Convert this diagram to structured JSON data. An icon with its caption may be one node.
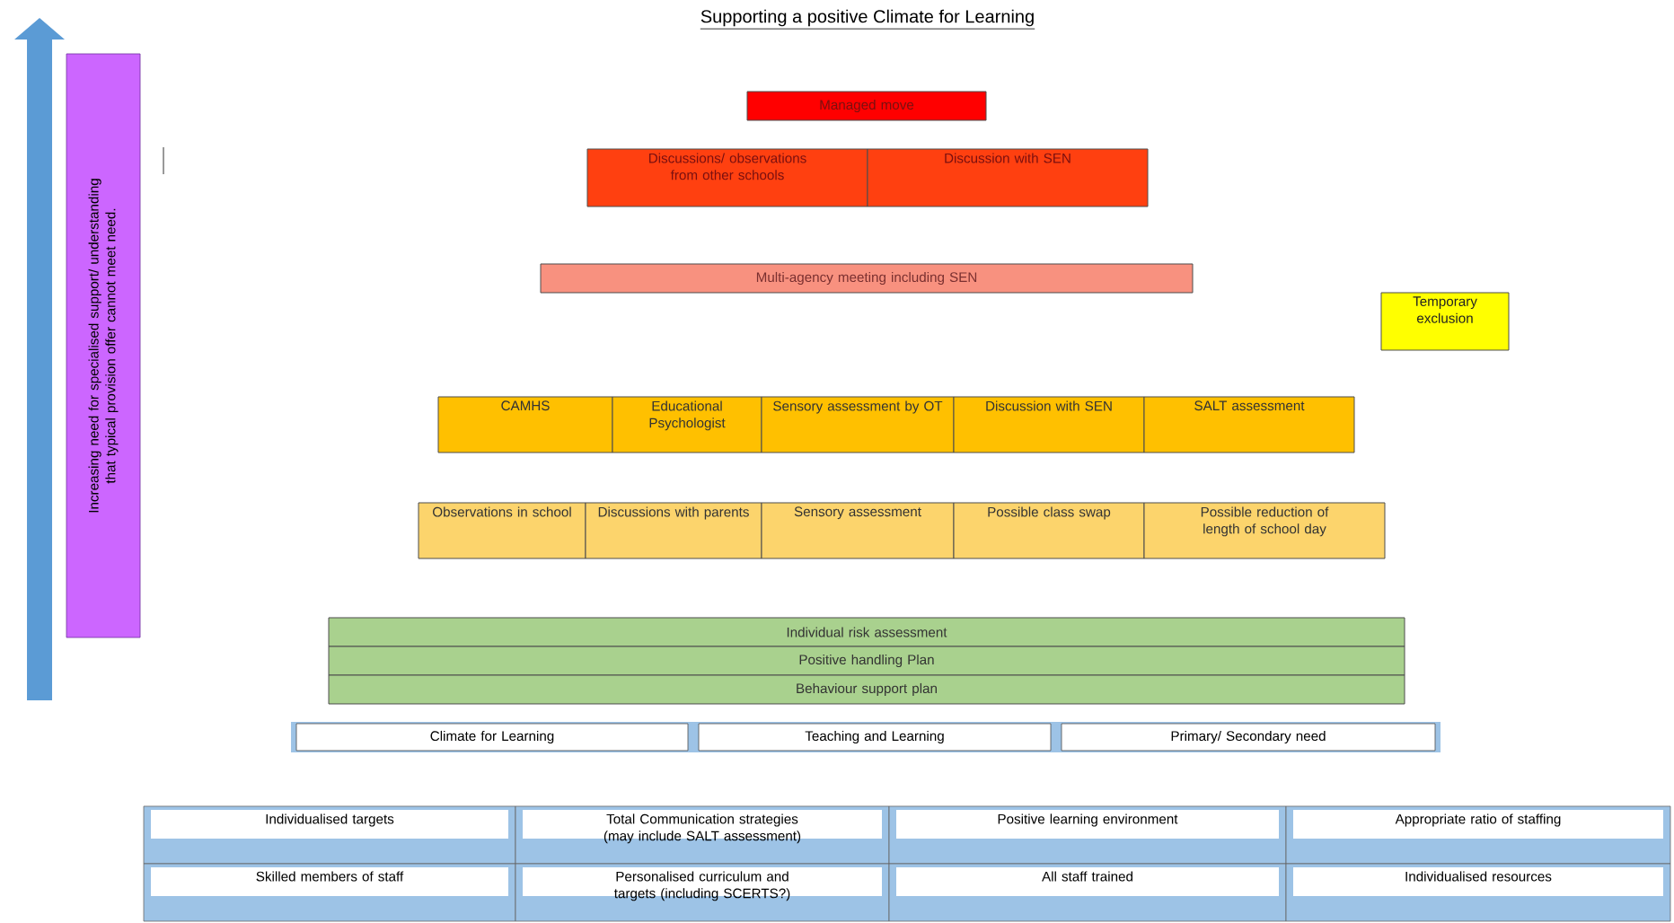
{
  "diagram": {
    "title": "Supporting a positive Climate for Learning",
    "nodes": [
      {
        "text": [
          "Increasing need for specialised support/ understanding that typical provision offer cannot meet need."
        ]
      },
      {
        "text": [
          "Managed move"
        ]
      },
      {
        "text": [
          "Discussions/ observations from other schools"
        ]
      },
      {
        "text": [
          "Discussion with SEN"
        ]
      },
      {
        "text": [
          "Multi-agency meeting including SEN"
        ]
      },
      {
        "text": [
          "Temporary exclusion"
        ]
      },
      {
        "text": [
          "CAMHS"
        ]
      },
      {
        "text": [
          "Educational Psychologist"
        ]
      },
      {
        "text": [
          "Sensory assessment by OT"
        ]
      },
      {
        "text": [
          "Discussion with SEN"
        ]
      },
      {
        "text": [
          "SALT assessment"
        ]
      },
      {
        "text": [
          "Observations in school"
        ]
      },
      {
        "text": [
          "Discussions with parents"
        ]
      },
      {
        "text": [
          "Sensory assessment"
        ]
      },
      {
        "text": [
          "Possible class swap"
        ]
      },
      {
        "text": [
          "Possible reduction of length of school day"
        ]
      },
      {
        "text": [
          "Individual risk assessment"
        ]
      },
      {
        "text": [
          "Positive handling Plan"
        ]
      },
      {
        "text": [
          "Behaviour support plan"
        ]
      },
      {
        "text": [
          "Climate for Learning"
        ]
      },
      {
        "text": [
          "Teaching and Learning"
        ]
      },
      {
        "text": [
          "Primary/ Secondary need"
        ]
      },
      {
        "text": [
          "Individualised targets"
        ]
      },
      {
        "text": [
          "Total Communication strategies (may include SALT assessment)"
        ]
      },
      {
        "text": [
          "Positive learning environment"
        ]
      },
      {
        "text": [
          "Appropriate ratio of staffing"
        ]
      },
      {
        "text": [
          "Skilled members of staff"
        ]
      },
      {
        "text": [
          "Personalised curriculum and targets (including SCERTS?)"
        ]
      },
      {
        "text": [
          "All staff trained"
        ]
      },
      {
        "text": [
          "Individualised resources"
        ]
      }
    ]
  }
}
